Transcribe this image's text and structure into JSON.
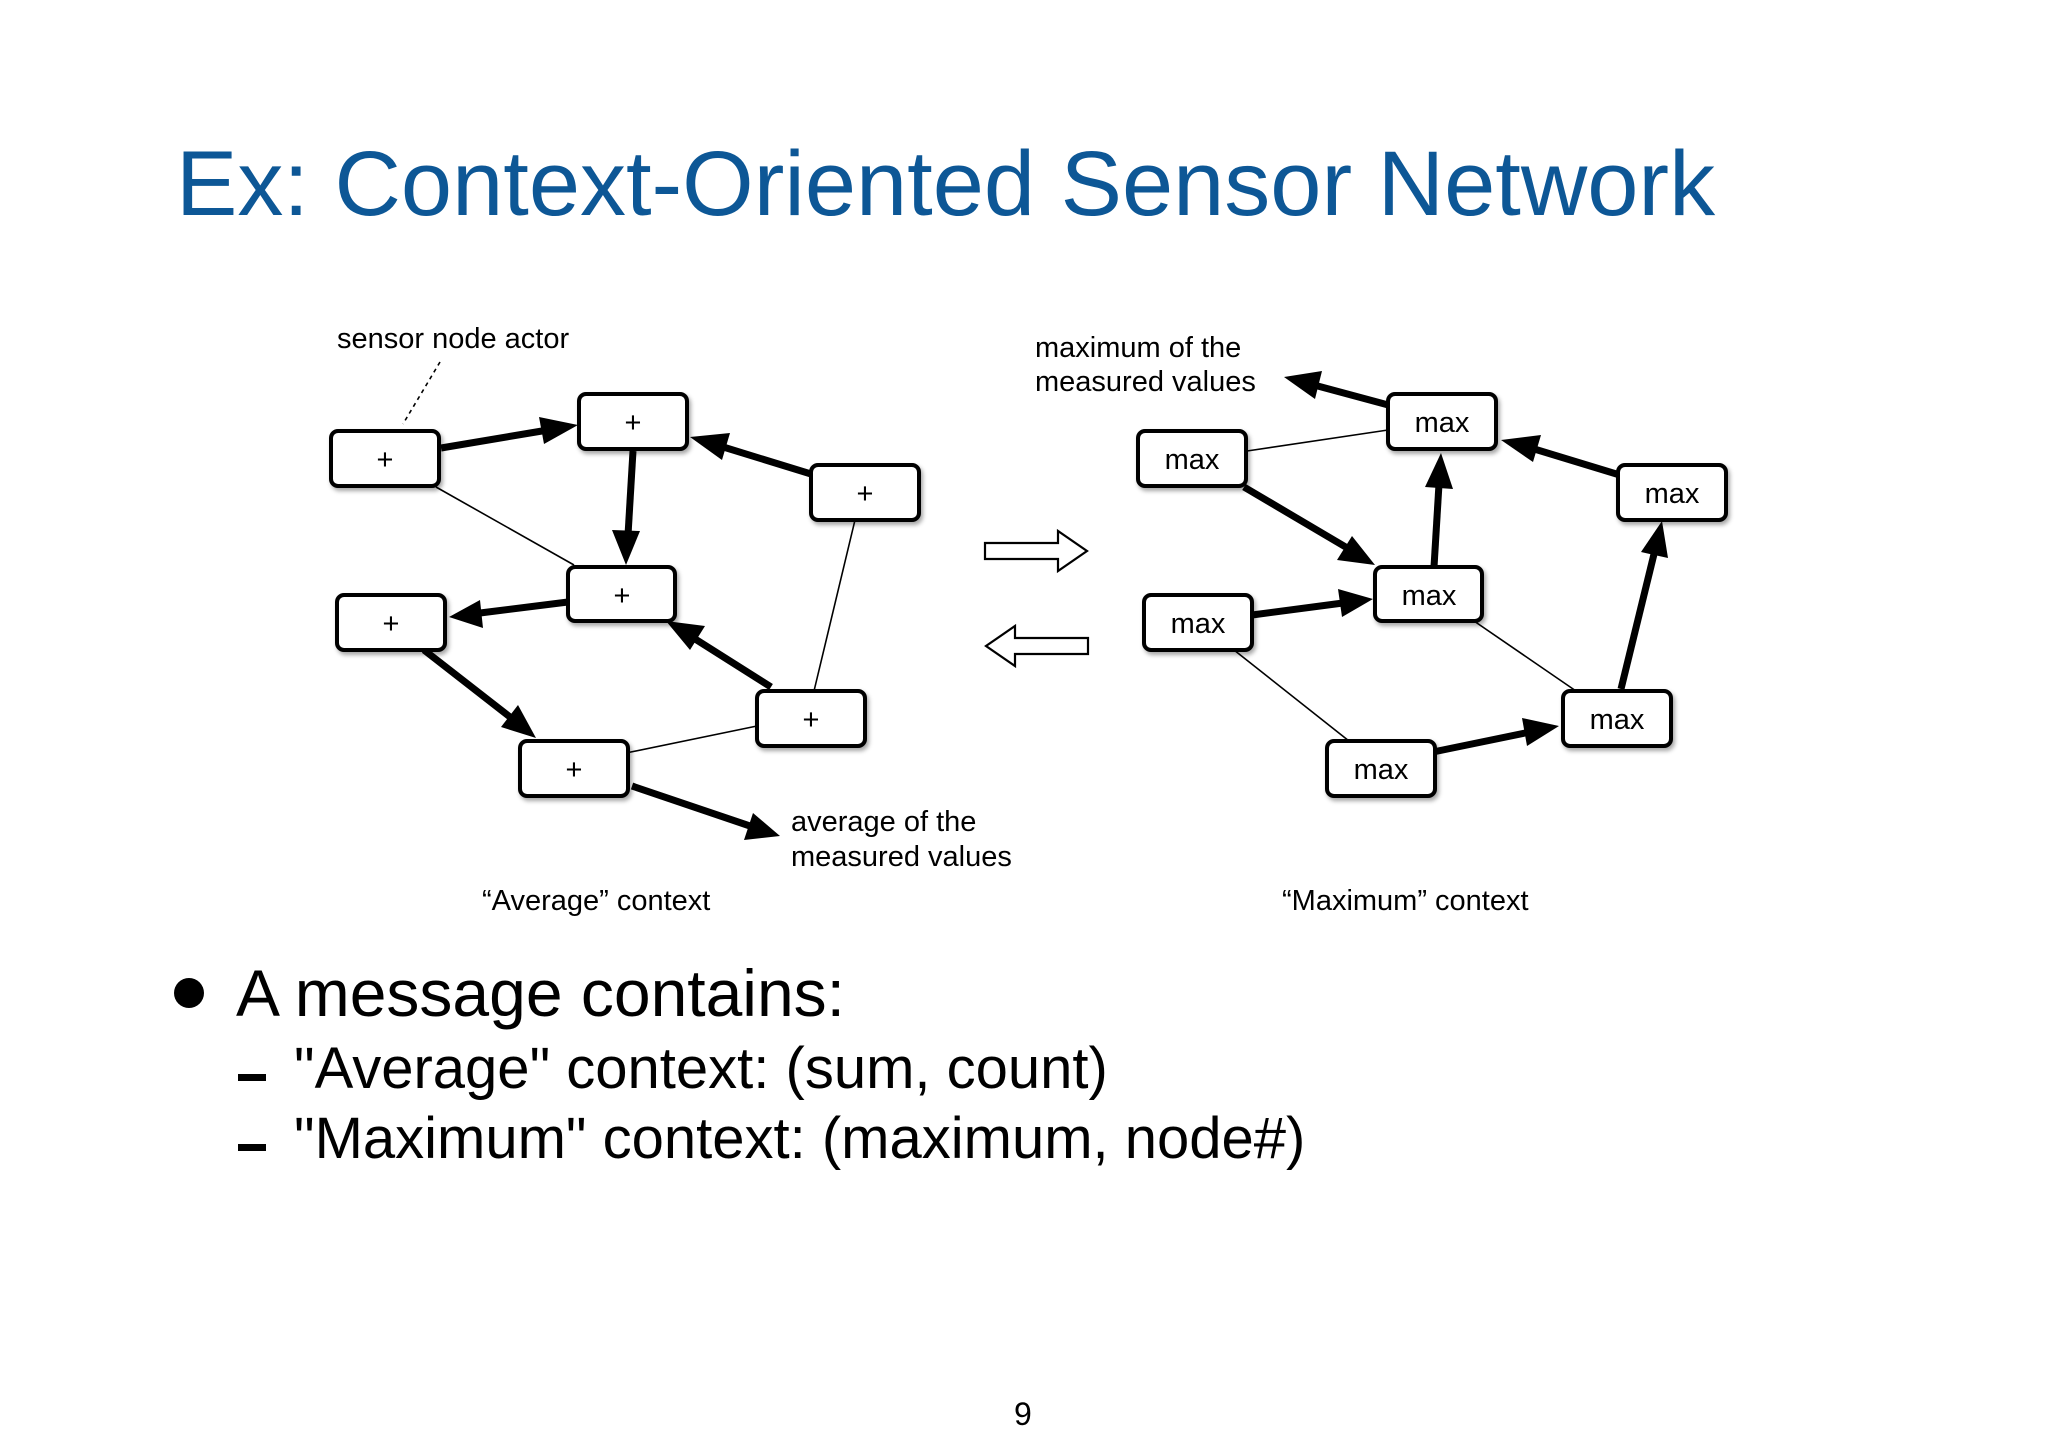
{
  "slide": {
    "title": "Ex: Context-Oriented Sensor Network",
    "page_number": "9"
  },
  "diagram": {
    "average_context": {
      "caption": "“Average” context",
      "node_label": "+",
      "annotation_sensor": "sensor node actor",
      "annotation_output_line1": "average of the",
      "annotation_output_line2": "measured values"
    },
    "maximum_context": {
      "caption": "“Maximum” context",
      "node_label": "max",
      "annotation_output_line1": "maximum of the",
      "annotation_output_line2": "measured values"
    }
  },
  "bullets": {
    "main": "A message contains:",
    "items": [
      "\"Average\" context: (sum, count)",
      "\"Maximum\" context: (maximum, node#)"
    ]
  }
}
